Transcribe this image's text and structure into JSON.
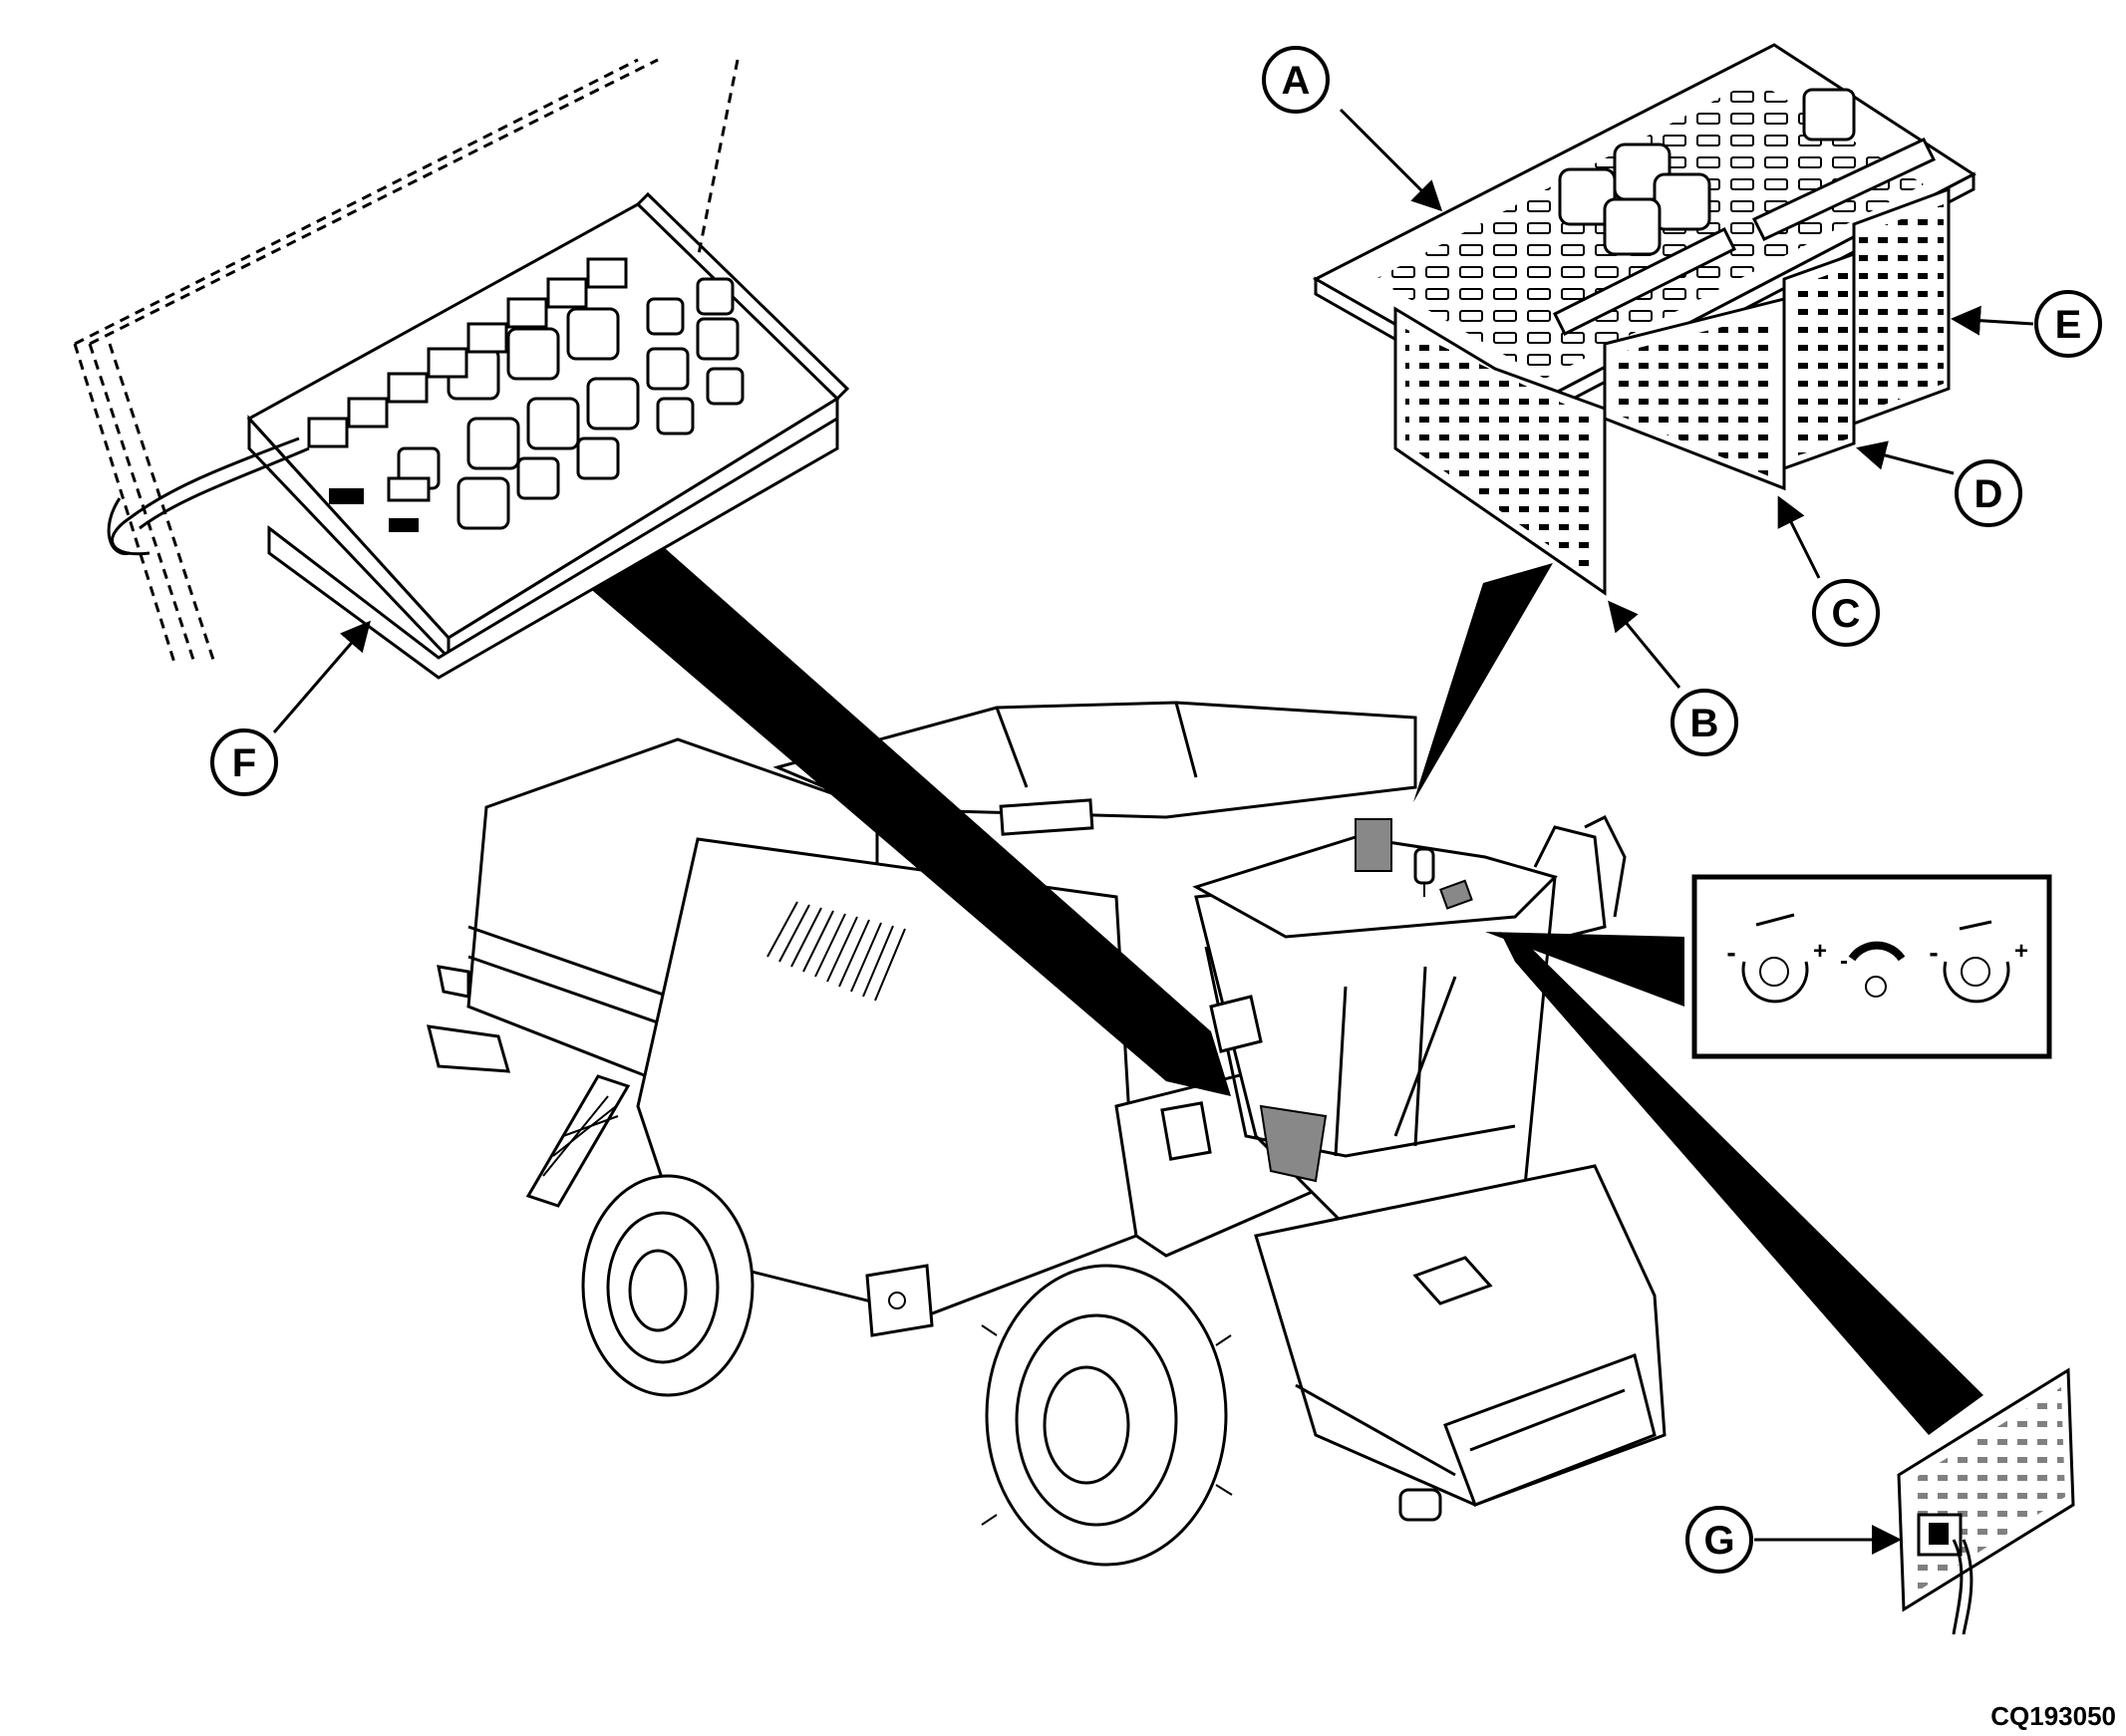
{
  "callouts": {
    "a": "A",
    "b": "B",
    "c": "C",
    "d": "D",
    "e": "E",
    "f": "F",
    "g": "G"
  },
  "figure_id": "CQ193050",
  "icon_names": [
    "knob-minus-plus-icon",
    "knob-arc-icon",
    "knob-minus-plus-icon"
  ]
}
